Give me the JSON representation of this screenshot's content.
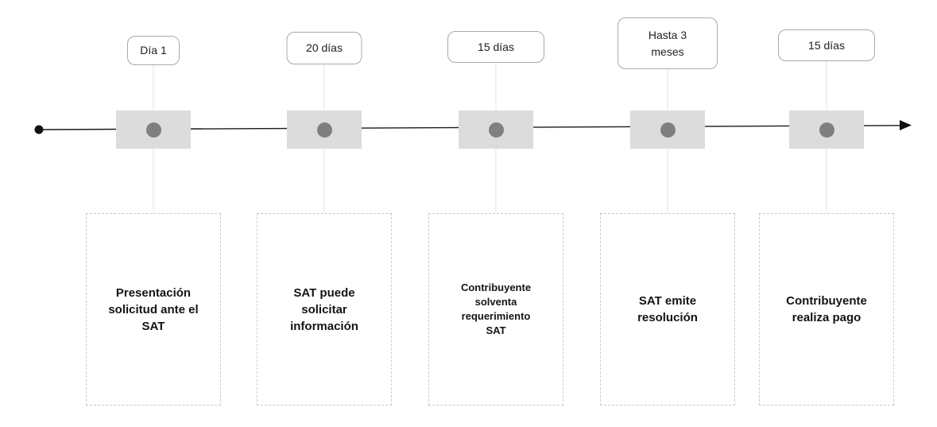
{
  "timeline": {
    "milestones": [
      {
        "duration": "Día 1",
        "description": [
          "Presentación",
          "solicitud ante el",
          "SAT"
        ]
      },
      {
        "duration": "20 días",
        "description": [
          "SAT puede",
          "solicitar",
          "información"
        ]
      },
      {
        "duration": "15 días",
        "description": [
          "Contribuyente",
          "solventa",
          "requerimiento",
          "SAT"
        ]
      },
      {
        "duration": [
          "Hasta 3",
          "meses"
        ],
        "description": [
          "SAT emite",
          "resolución"
        ]
      },
      {
        "duration": "15 días",
        "description": [
          "Contribuyente",
          "realiza pago"
        ]
      }
    ],
    "colors": {
      "axis": "#1a1a1a",
      "marker_box": "#dcdcdc",
      "marker_dot": "#7f7f7f",
      "label_border": "#a9a9a9",
      "dashed_border": "#c9c9c9",
      "connector": "#e3e3e3"
    }
  }
}
